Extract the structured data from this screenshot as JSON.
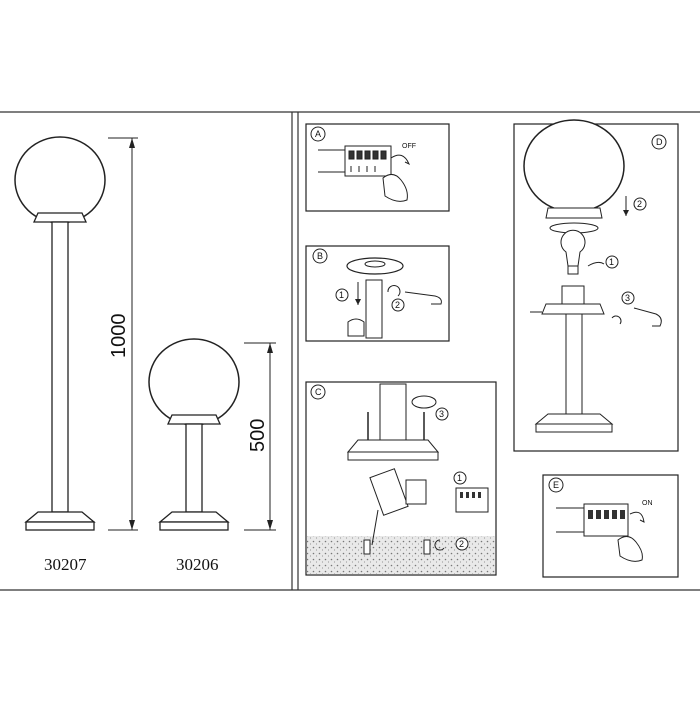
{
  "models": [
    {
      "code": "30207",
      "height": "1000"
    },
    {
      "code": "30206",
      "height": "500"
    }
  ],
  "steps": {
    "A": {
      "label": "A",
      "switch_text": "OFF"
    },
    "B": {
      "label": "B",
      "sub": [
        "1",
        "2"
      ]
    },
    "C": {
      "label": "C",
      "sub": [
        "1",
        "2",
        "3"
      ]
    },
    "D": {
      "label": "D",
      "sub": [
        "1",
        "2",
        "3"
      ]
    },
    "E": {
      "label": "E",
      "switch_text": "ON"
    }
  },
  "colors": {
    "line": "#222222",
    "ground": "#c9c9c9",
    "frame": "#333333"
  }
}
